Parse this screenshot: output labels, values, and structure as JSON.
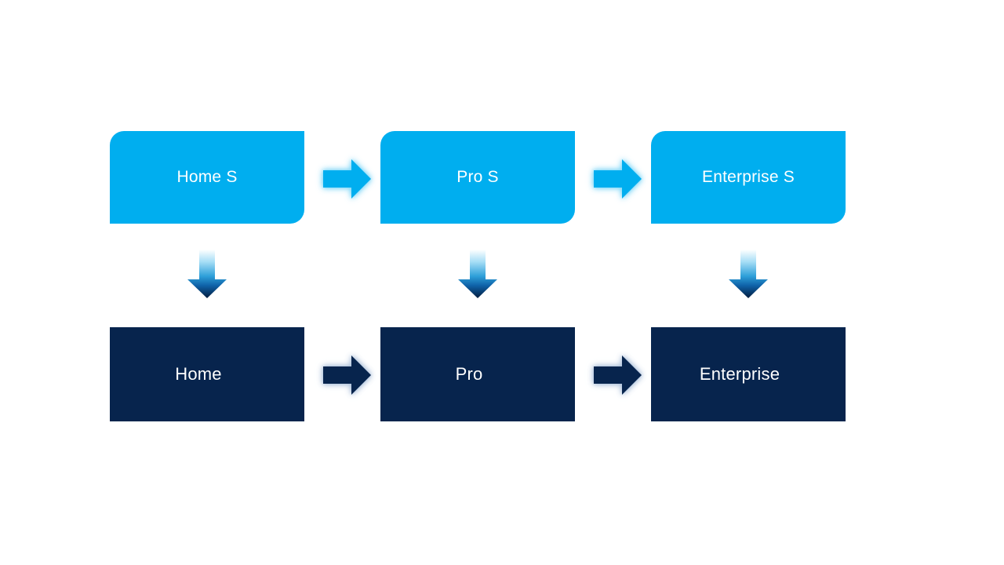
{
  "diagram": {
    "kind": "process-flow",
    "background_color": "#FFFFFF",
    "colors": {
      "cyan_box": "#00AEEF",
      "navy_box": "#07244D",
      "label_text": "#FFFFFF",
      "down_arrow_gradient": [
        "#FFFFFF",
        "#A7DEF6",
        "#2D9FD9",
        "#0F62A8",
        "#031C3E"
      ],
      "cyan_arrow_glow": "#7DD6F8",
      "navy_arrow_glow": "#A6BCD8"
    },
    "columns": [
      {
        "top": {
          "label": "Home S"
        },
        "bottom": {
          "label": "Home"
        }
      },
      {
        "top": {
          "label": "Pro S"
        },
        "bottom": {
          "label": "Pro"
        }
      },
      {
        "top": {
          "label": "Enterprise S"
        },
        "bottom": {
          "label": "Enterprise"
        }
      }
    ],
    "icons": {
      "right_arrow": "right-arrow-icon",
      "down_arrow": "down-arrow-icon"
    }
  }
}
